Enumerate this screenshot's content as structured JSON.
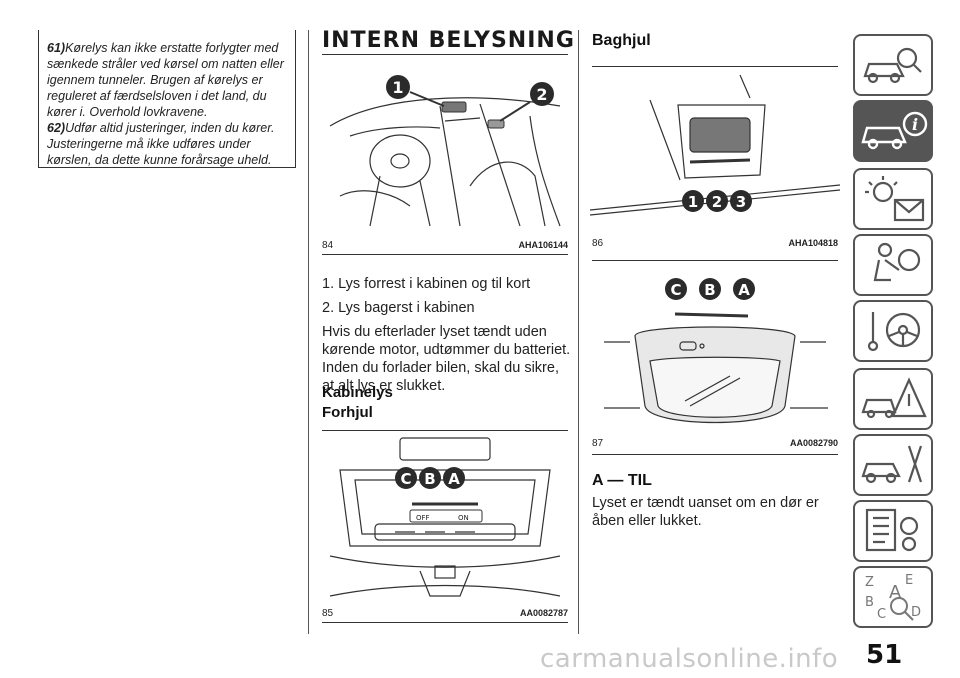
{
  "warnings": {
    "w61_num": "61)",
    "w61_text": "Kørelys kan ikke erstatte forlygter med sænkede stråler ved kørsel om natten eller igennem tunneler. Brugen af kørelys er reguleret af færdselsloven i det land, du kører i. Overhold lovkravene.",
    "w62_num": "62)",
    "w62_text": "Udfør altid justeringer, inden du kører. Justeringerne må ikke udføres under kørslen, da dette kunne forårsage uheld."
  },
  "section": {
    "title": "INTERN BELYSNING",
    "fig84": {
      "number": "84",
      "code": "AHA106144",
      "callouts": [
        "1",
        "2"
      ]
    },
    "list": [
      "1. Lys forrest i kabinen og til kort",
      "2. Lys bagerst i kabinen"
    ],
    "paragraph": "Hvis du efterlader lyset tændt uden kørende motor, udtømmer du batteriet. Inden du forlader bilen, skal du sikre, at alt lys er slukket.",
    "sub1": "Kabinelys",
    "sub2": "Forhjul",
    "fig85": {
      "number": "85",
      "code": "AA0082787",
      "callouts": [
        "C",
        "B",
        "A"
      ],
      "switch_off": "OFF",
      "switch_on": "ON"
    }
  },
  "right": {
    "heading": "Baghjul",
    "fig86": {
      "number": "86",
      "code": "AHA104818",
      "callouts": [
        "1",
        "2",
        "3"
      ]
    },
    "fig87": {
      "number": "87",
      "code": "AA0082790",
      "callouts": [
        "C",
        "B",
        "A"
      ]
    },
    "sub": "A — TIL",
    "paragraph": "Lyset er tændt uanset om en dør er åben eller lukket."
  },
  "sidebar": {
    "tabs": [
      {
        "icon": "car-search-icon",
        "active": false
      },
      {
        "icon": "car-info-icon",
        "active": true
      },
      {
        "icon": "warning-light-mail-icon",
        "active": false
      },
      {
        "icon": "airbag-person-icon",
        "active": false
      },
      {
        "icon": "key-steering-wheel-icon",
        "active": false
      },
      {
        "icon": "breakdown-triangle-icon",
        "active": false
      },
      {
        "icon": "car-tools-icon",
        "active": false
      },
      {
        "icon": "specs-gear-icon",
        "active": false
      },
      {
        "icon": "alphabet-index-icon",
        "active": false
      }
    ],
    "index_letters": [
      "Z",
      "E",
      "A",
      "B",
      "C",
      "D"
    ]
  },
  "page_number": "51",
  "watermark": "carmanualsonline.info",
  "colors": {
    "tab_border": "#555555",
    "tab_active": "#555555",
    "text": "#1a1a1a"
  }
}
